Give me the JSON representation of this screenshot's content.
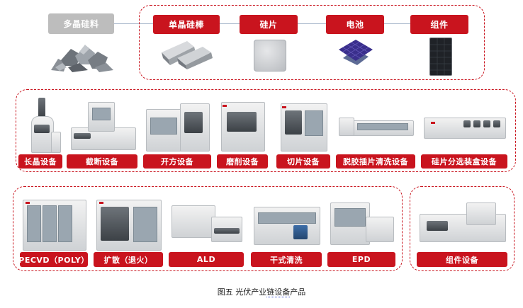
{
  "raw_material": {
    "label": "多晶硅料"
  },
  "top_chain": [
    {
      "label": "单晶硅棒",
      "icon": "silicon-ingot-icon"
    },
    {
      "label": "硅片",
      "icon": "wafer-icon"
    },
    {
      "label": "电池",
      "icon": "solar-cell-icon"
    },
    {
      "label": "组件",
      "icon": "solar-module-icon"
    }
  ],
  "row2_equipment": [
    {
      "label": "长晶设备"
    },
    {
      "label": "截断设备"
    },
    {
      "label": "开方设备"
    },
    {
      "label": "磨削设备"
    },
    {
      "label": "切片设备"
    },
    {
      "label": "脱胶插片清洗设备"
    },
    {
      "label": "硅片分选装盒设备"
    }
  ],
  "row3_equipment": [
    {
      "label": "PECVD（POLY）"
    },
    {
      "label": "扩散（退火）"
    },
    {
      "label": "ALD"
    },
    {
      "label": "干式清洗"
    },
    {
      "label": "EPD"
    }
  ],
  "module_equipment": {
    "label": "组件设备"
  },
  "caption": {
    "prefix": "图五  光伏产业",
    "underlined": "链设备",
    "suffix": "产品"
  },
  "colors": {
    "accent": "#c9141e",
    "gray_tag": "#bdbdbd",
    "connector": "#a9b8cc"
  }
}
